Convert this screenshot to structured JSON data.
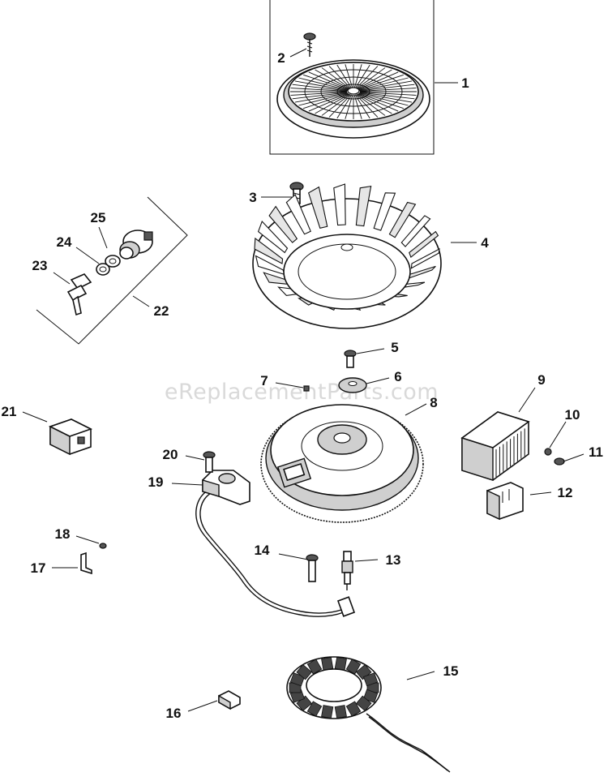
{
  "watermark": "eReplacementParts.com",
  "callouts": [
    {
      "id": "1",
      "text": "1"
    },
    {
      "id": "2",
      "text": "2"
    },
    {
      "id": "3",
      "text": "3"
    },
    {
      "id": "4",
      "text": "4"
    },
    {
      "id": "5",
      "text": "5"
    },
    {
      "id": "6",
      "text": "6"
    },
    {
      "id": "7",
      "text": "7"
    },
    {
      "id": "8",
      "text": "8"
    },
    {
      "id": "9",
      "text": "9"
    },
    {
      "id": "10",
      "text": "10"
    },
    {
      "id": "11",
      "text": "11"
    },
    {
      "id": "12",
      "text": "12"
    },
    {
      "id": "13",
      "text": "13"
    },
    {
      "id": "14",
      "text": "14"
    },
    {
      "id": "15",
      "text": "15"
    },
    {
      "id": "16",
      "text": "16"
    },
    {
      "id": "17",
      "text": "17"
    },
    {
      "id": "18",
      "text": "18"
    },
    {
      "id": "19",
      "text": "19"
    },
    {
      "id": "20",
      "text": "20"
    },
    {
      "id": "21",
      "text": "21"
    },
    {
      "id": "22",
      "text": "22"
    },
    {
      "id": "23",
      "text": "23"
    },
    {
      "id": "24",
      "text": "24"
    },
    {
      "id": "25",
      "text": "25"
    }
  ]
}
